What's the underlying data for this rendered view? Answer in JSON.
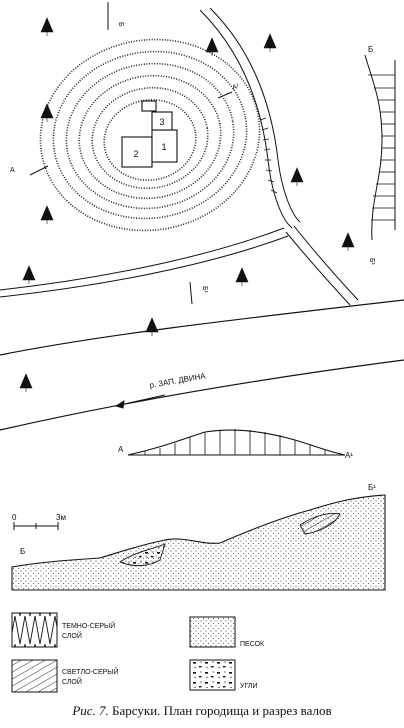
{
  "figure": {
    "caption_prefix": "Рис. 7.",
    "caption_text": "Барсуки. План городища и разрез валов"
  },
  "plan": {
    "river_label": "р. ЗАП. ДВИНА",
    "section_markers": {
      "a_left": "А",
      "a_right": "А¹",
      "b_top": "Б",
      "b_right": "Б",
      "b_rot1": "Б¹",
      "b_rot2": "Б¹"
    },
    "buildings": [
      {
        "label": "1"
      },
      {
        "label": "2"
      },
      {
        "label": "3"
      }
    ]
  },
  "section_a": {
    "left_label": "А",
    "right_label": "А¹"
  },
  "section_b": {
    "left_label": "Б",
    "right_label": "Б¹",
    "scale_zero": "0",
    "scale_end": "3м"
  },
  "legend": [
    {
      "label_line1": "ТЕМНО-СЕРЫЙ",
      "label_line2": "СЛОЙ"
    },
    {
      "label_line1": "СВЕТЛО-СЕРЫЙ",
      "label_line2": "СЛОЙ"
    },
    {
      "label_line1": "ПЕСОК",
      "label_line2": ""
    },
    {
      "label_line1": "УГЛИ",
      "label_line2": ""
    }
  ]
}
